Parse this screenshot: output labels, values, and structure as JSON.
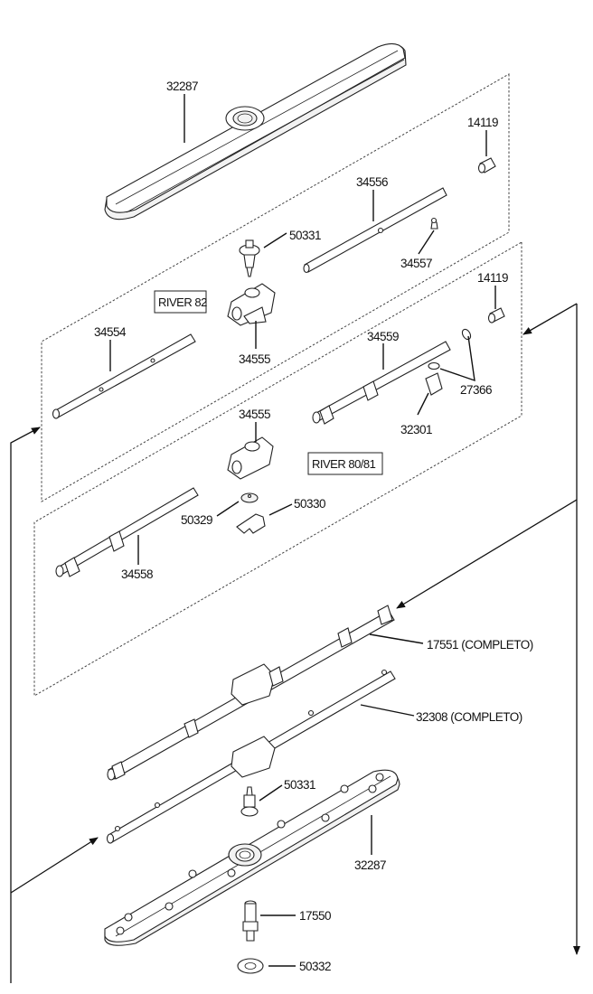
{
  "diagram": {
    "type": "exploded-parts-view",
    "subject": "Dishwasher spray arm assembly",
    "group_labels": {
      "river82": "RIVER 82",
      "river8081": "RIVER 80/81"
    },
    "parts": {
      "upper_spray_arm": "32287",
      "upper_nozzle_right": "14119",
      "upper_tube": "34556",
      "upper_plug": "34557",
      "upper_hub": "50331",
      "river82_hub": "34555",
      "river82_tube_left": "34554",
      "mid_nozzle_right": "14119",
      "river80_tube_right": "34559",
      "oring": "27366",
      "clip_nut": "32301",
      "river80_hub": "34555",
      "washer": "50329",
      "clip": "50330",
      "river80_tube_left": "34558",
      "complete_assembly_1": "17551 (COMPLETO)",
      "complete_assembly_2": "32308 (COMPLETO)",
      "lower_hub": "50331",
      "lower_spray_arm": "32287",
      "shaft": "17550",
      "lower_nut": "50332"
    }
  }
}
